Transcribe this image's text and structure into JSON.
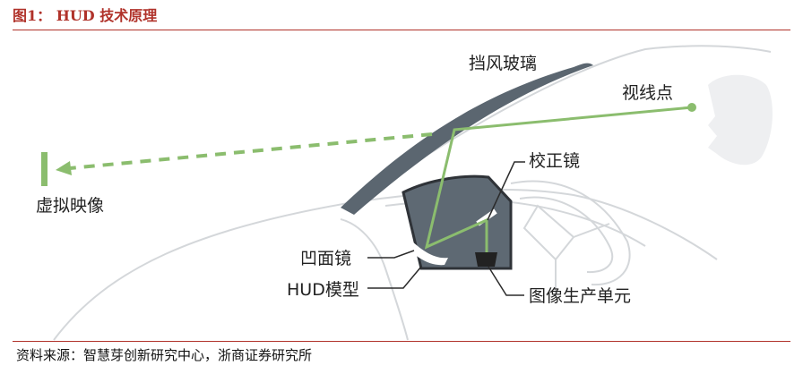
{
  "figure": {
    "caption": "图1： HUD 技术原理",
    "source": "资料来源：智慧芽创新研究中心，浙商证券研究所"
  },
  "labels": {
    "windshield": "挡风玻璃",
    "viewpoint": "视线点",
    "virtual_image": "虚拟映像",
    "correction_mirror": "校正镜",
    "concave_mirror": "凹面镜",
    "hud_module": "HUD模型",
    "image_unit": "图像生产单元"
  },
  "colors": {
    "accent_green": "#8bbd6e",
    "module_fill": "#5e6973",
    "windshield": "#5b6670",
    "outline": "#d4d7da",
    "header_red": "#b0322a"
  }
}
